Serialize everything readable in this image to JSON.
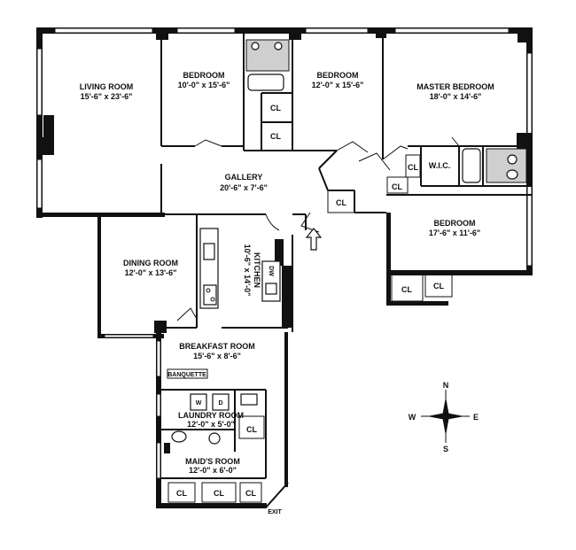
{
  "rooms": {
    "living_room": {
      "name": "LIVING ROOM",
      "dim": "15'-6\" x 23'-6\""
    },
    "bedroom_1": {
      "name": "BEDROOM",
      "dim": "10'-0\" x 15'-6\""
    },
    "bedroom_2": {
      "name": "BEDROOM",
      "dim": "12'-0\" x 15'-6\""
    },
    "master_bedroom": {
      "name": "MASTER BEDROOM",
      "dim": "18'-0\" x 14'-6\""
    },
    "gallery": {
      "name": "GALLERY",
      "dim": "20'-6\" x 7'-6\""
    },
    "bedroom_3": {
      "name": "BEDROOM",
      "dim": "17'-6\" x 11'-6\""
    },
    "dining_room": {
      "name": "DINING ROOM",
      "dim": "12'-0\" x 13'-6\""
    },
    "kitchen": {
      "name": "KITCHEN",
      "dim": "10'-6\" x 14'-0\""
    },
    "breakfast_room": {
      "name": "BREAKFAST ROOM",
      "dim": "15'-6\" x 8'-6\""
    },
    "laundry_room": {
      "name": "LAUNDRY ROOM",
      "dim": "12'-0\" x 5'-0\""
    },
    "maids_room": {
      "name": "MAID'S ROOM",
      "dim": "12'-0\" x 6'-0\""
    }
  },
  "labels": {
    "closet": "CL",
    "wic": "W.I.C.",
    "banquette": "BANQUETTE",
    "exit": "EXIT",
    "dw": "DW",
    "washer": "W",
    "dryer": "D"
  },
  "compass": {
    "n": "N",
    "s": "S",
    "e": "E",
    "w": "W"
  }
}
